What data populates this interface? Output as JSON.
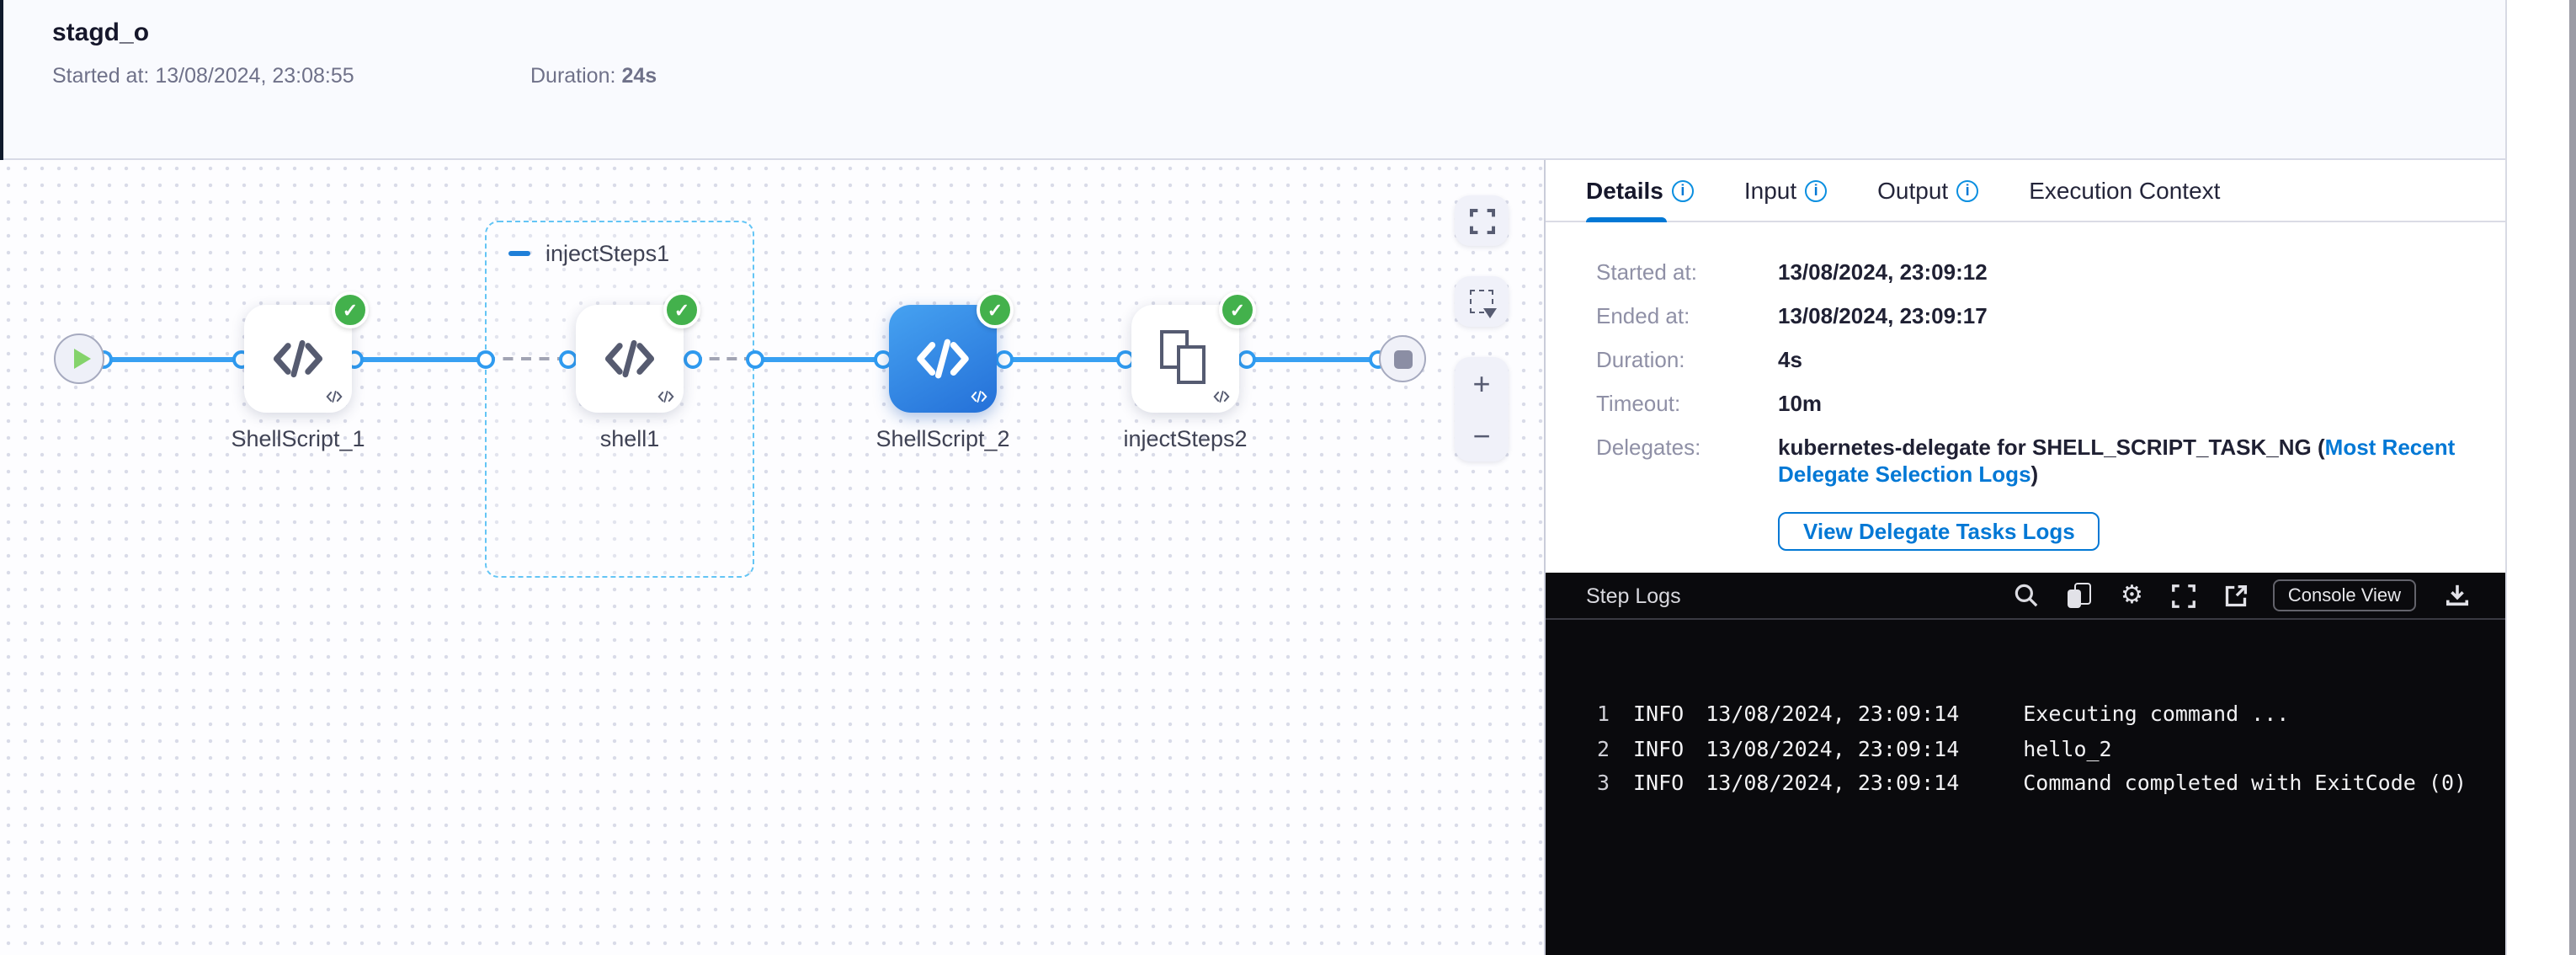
{
  "colors": {
    "accent_blue": "#0278d5",
    "connector_blue": "#38a0f2",
    "success_green": "#43b14c",
    "node_blue_gradient": [
      "#46a2f1",
      "#2470d8"
    ],
    "group_dash_blue": "#64c5f5",
    "log_background": "#0a0a0d"
  },
  "header": {
    "title": "stagd_o",
    "started_label": "Started at:",
    "started_value": "13/08/2024, 23:08:55",
    "duration_label": "Duration:",
    "duration_value": "24s"
  },
  "canvas": {
    "group": {
      "label": "injectSteps1"
    },
    "nodes": [
      {
        "id": "ShellScript_1",
        "label": "ShellScript_1",
        "status": "success"
      },
      {
        "id": "shell1",
        "label": "shell1",
        "status": "success"
      },
      {
        "id": "ShellScript_2",
        "label": "ShellScript_2",
        "status": "success",
        "selected": true
      },
      {
        "id": "injectSteps2",
        "label": "injectSteps2",
        "status": "success"
      }
    ],
    "toolbar": {
      "zoom_in": "+",
      "zoom_out": "−"
    }
  },
  "panel": {
    "tabs": [
      {
        "label": "Details",
        "active": true,
        "info": true
      },
      {
        "label": "Input",
        "info": true
      },
      {
        "label": "Output",
        "info": true
      },
      {
        "label": "Execution Context",
        "info": false
      }
    ],
    "details": {
      "rows": [
        {
          "label": "Started at:",
          "value": "13/08/2024, 23:09:12"
        },
        {
          "label": "Ended at:",
          "value": "13/08/2024, 23:09:17"
        },
        {
          "label": "Duration:",
          "value": "4s"
        },
        {
          "label": "Timeout:",
          "value": "10m"
        }
      ],
      "delegates": {
        "label": "Delegates:",
        "value_prefix": "kubernetes-delegate for SHELL_SCRIPT_TASK_NG (",
        "link_text": "Most Recent Delegate Selection Logs",
        "value_suffix": ")"
      },
      "button": "View Delegate Tasks Logs"
    }
  },
  "logs": {
    "title": "Step Logs",
    "console_button": "Console View",
    "lines": [
      {
        "num": "1",
        "level": "INFO",
        "time": "13/08/2024, 23:09:14",
        "message": "Executing command ..."
      },
      {
        "num": "2",
        "level": "INFO",
        "time": "13/08/2024, 23:09:14",
        "message": "hello_2"
      },
      {
        "num": "3",
        "level": "INFO",
        "time": "13/08/2024, 23:09:14",
        "message": "Command completed with ExitCode (0)"
      }
    ]
  },
  "icons": {
    "info": "i",
    "check": "✓",
    "gear": "⚙"
  }
}
